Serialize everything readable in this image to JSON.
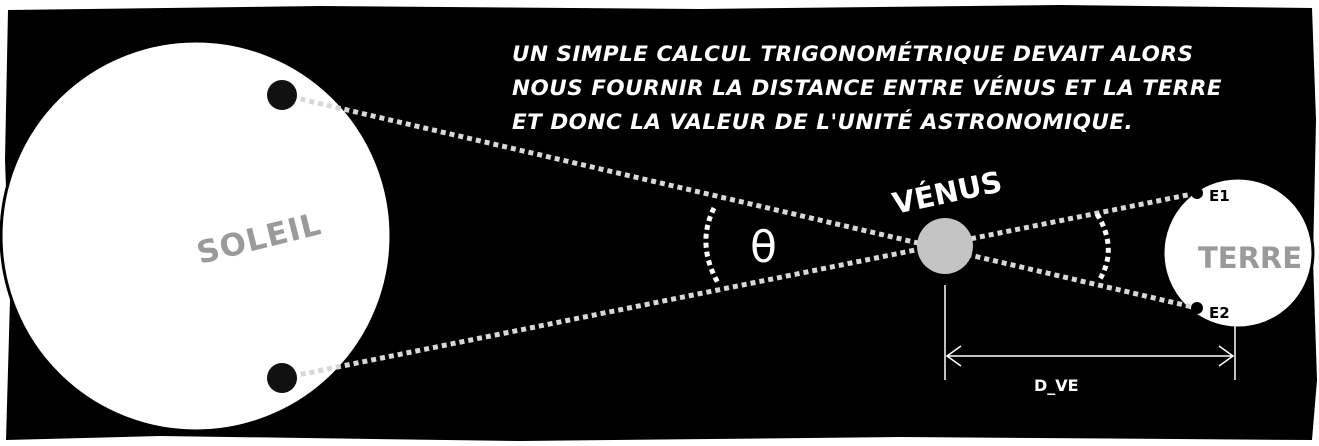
{
  "caption": {
    "lines": [
      "UN SIMPLE CALCUL TRIGONOMÉTRIQUE DEVAIT ALORS",
      "NOUS FOURNIR LA DISTANCE ENTRE VÉNUS ET LA TERRE",
      "ET DONC LA VALEUR DE L'UNITÉ ASTRONOMIQUE."
    ]
  },
  "labels": {
    "sun": "SOLEIL",
    "venus": "VÉNUS",
    "earth": "TERRE",
    "angle": "θ",
    "e1": "E1",
    "e2": "E2",
    "distance": "D_VE"
  },
  "colors": {
    "background": "#000000",
    "sun": "#ffffff",
    "sun_label": "#9a9a9a",
    "venus": "#c4c4c4",
    "earth_label": "#9a9a9a",
    "dotted_lines": "#d8d8d8"
  }
}
